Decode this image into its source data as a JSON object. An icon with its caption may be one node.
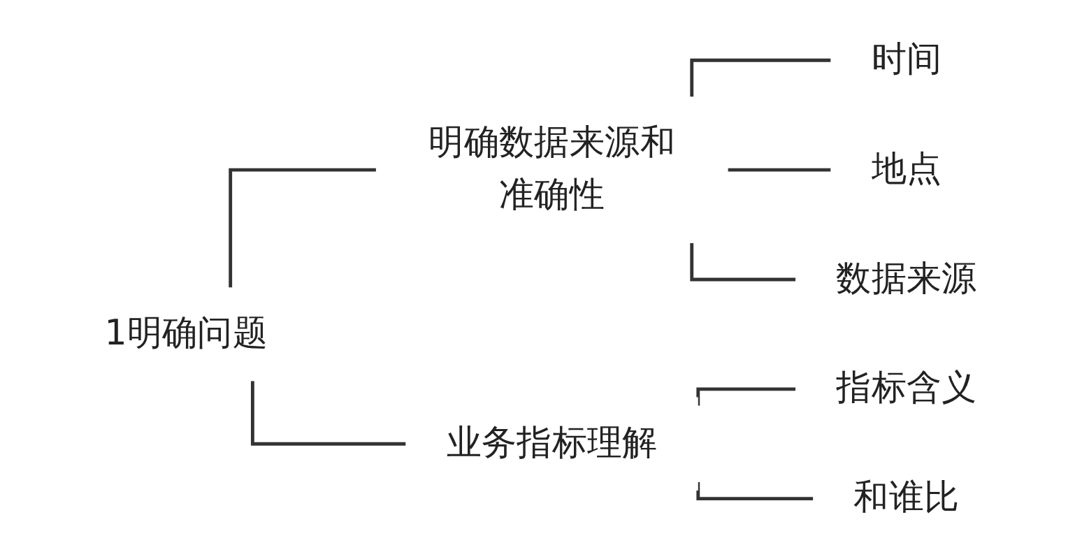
{
  "diagram": {
    "nodes": [
      {
        "text": [
          "1明确问题"
        ]
      },
      {
        "text": [
          "明确数据来源和准确性"
        ]
      },
      {
        "text": [
          "业务指标理解"
        ]
      },
      {
        "text": [
          "时间"
        ]
      },
      {
        "text": [
          "地点"
        ]
      },
      {
        "text": [
          "数据来源"
        ]
      },
      {
        "text": [
          "指标含义"
        ]
      },
      {
        "text": [
          "和谁比"
        ]
      }
    ],
    "edges": [
      {
        "from": 0,
        "to": 1,
        "arrow": "none"
      },
      {
        "from": 0,
        "to": 2,
        "arrow": "none"
      },
      {
        "from": 1,
        "to": 3,
        "arrow": "none"
      },
      {
        "from": 1,
        "to": 4,
        "arrow": "none"
      },
      {
        "from": 1,
        "to": 5,
        "arrow": "none"
      },
      {
        "from": 2,
        "to": 6,
        "arrow": "none"
      },
      {
        "from": 2,
        "to": 7,
        "arrow": "none"
      }
    ]
  }
}
